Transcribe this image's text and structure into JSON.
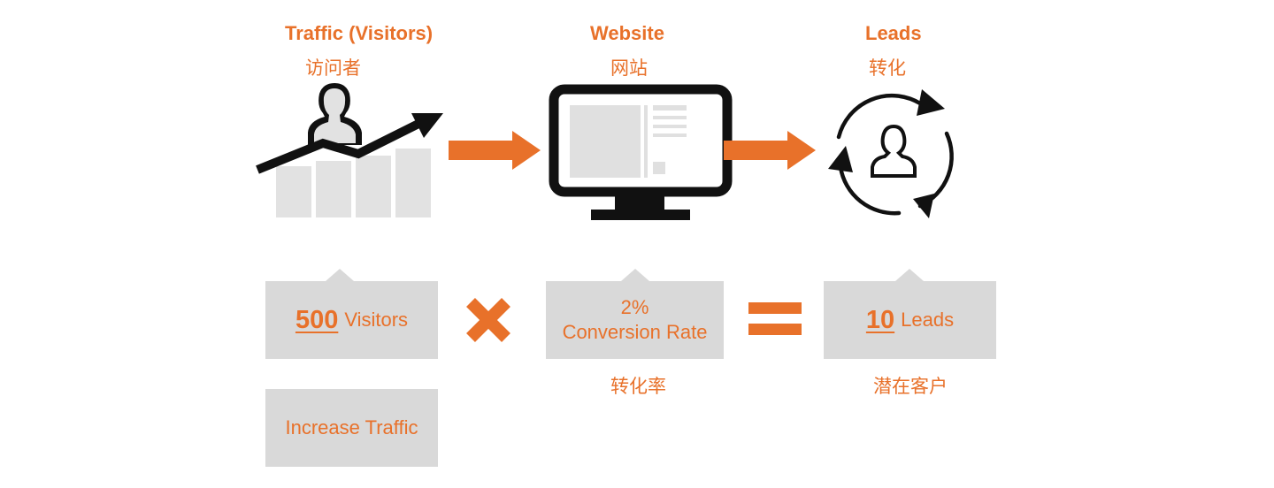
{
  "stages": [
    {
      "title": "Traffic (Visitors)",
      "subtitle": "访问者"
    },
    {
      "title": "Website",
      "subtitle": "网站"
    },
    {
      "title": "Leads",
      "subtitle": "转化"
    }
  ],
  "formula": {
    "visitors_number": "500",
    "visitors_label": "Visitors",
    "rate_number": "2%",
    "rate_label": "Conversion Rate",
    "rate_caption": "转化率",
    "leads_number": "10",
    "leads_label": "Leads",
    "leads_caption": "潜在客户"
  },
  "action_box": {
    "label": "Increase Traffic"
  },
  "colors": {
    "accent": "#e8712a",
    "box": "#d9d9d9",
    "icon": "#111111"
  }
}
